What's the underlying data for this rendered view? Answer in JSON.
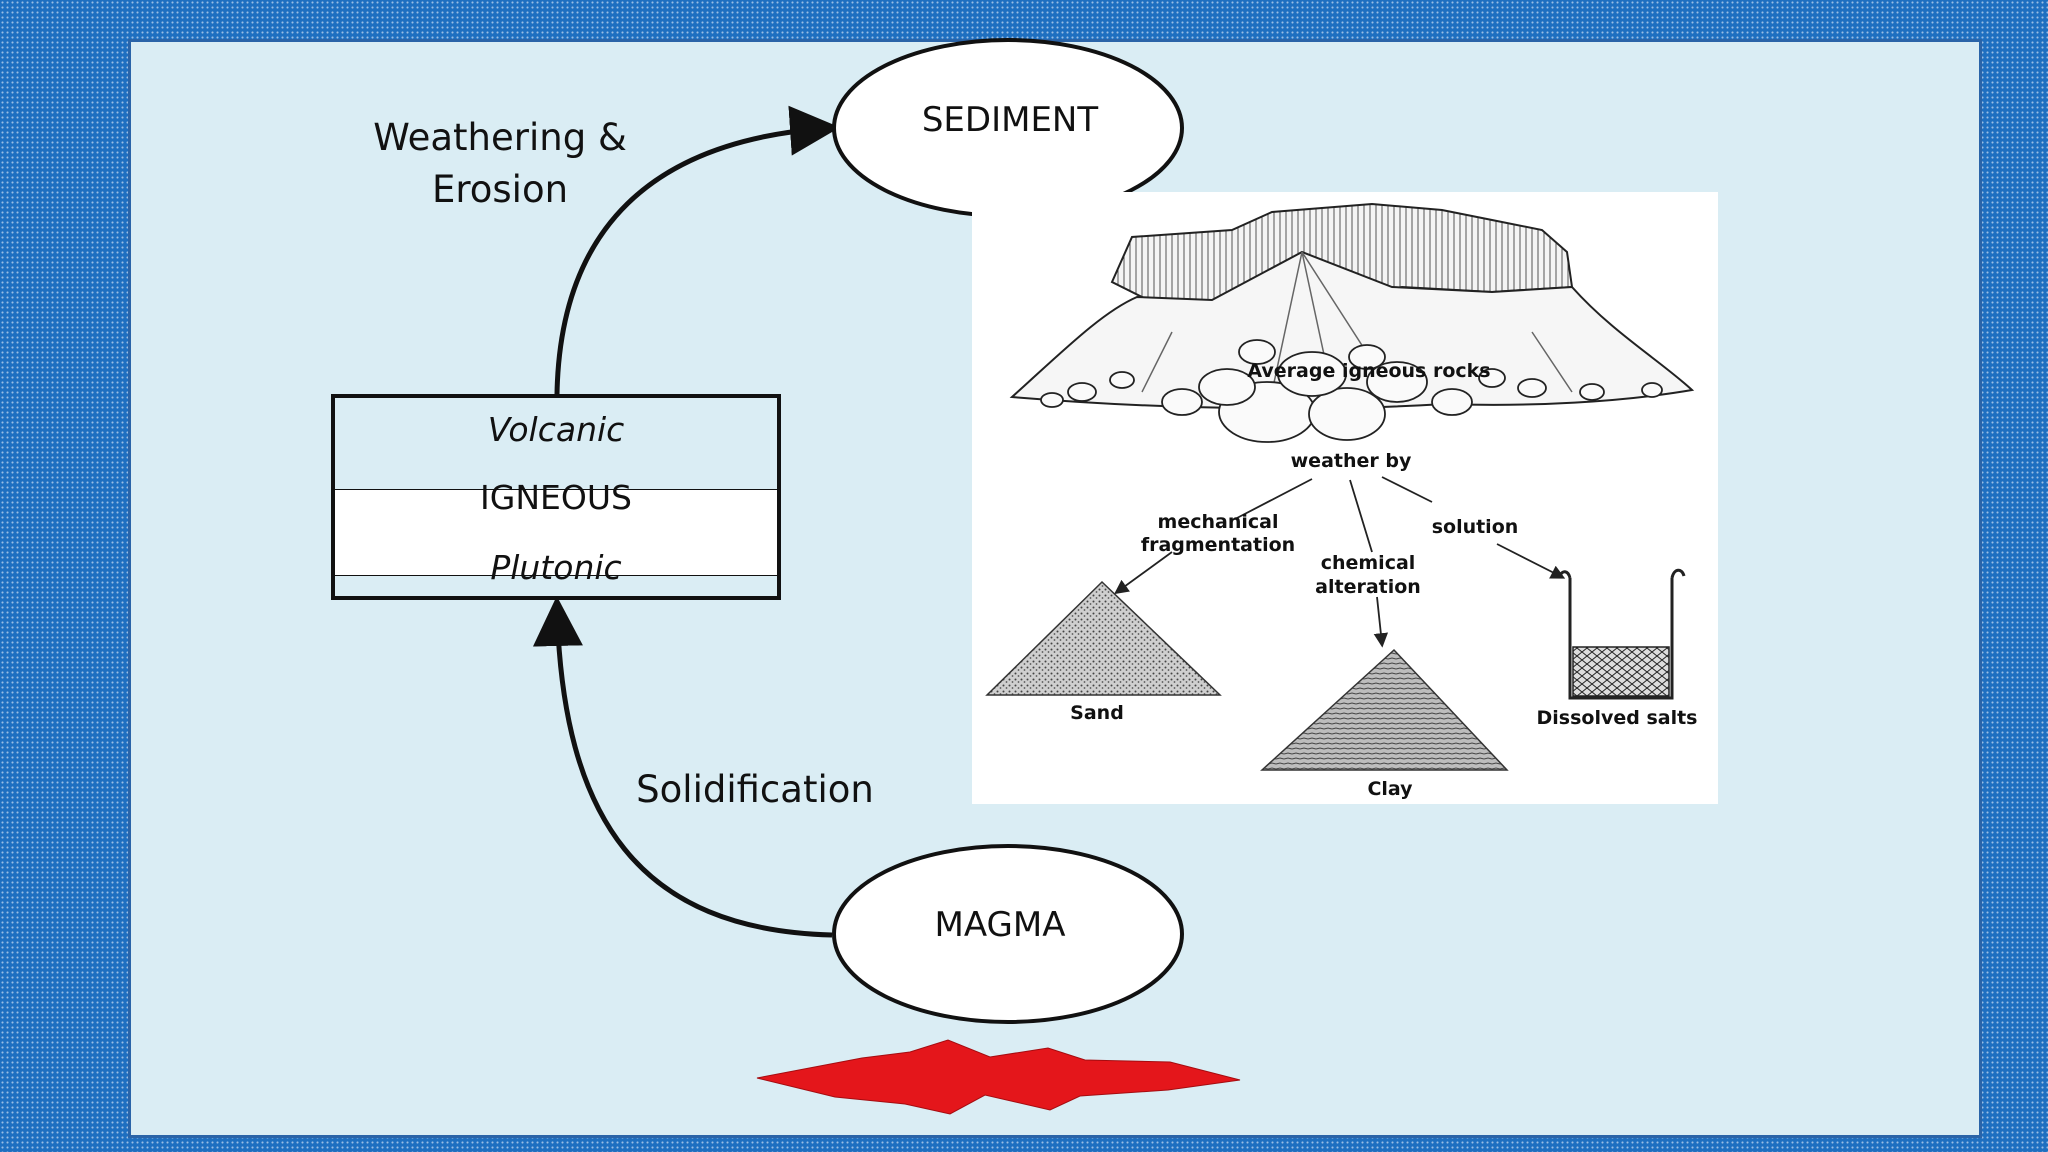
{
  "nodes": {
    "sediment": "SEDIMENT",
    "magma": "MAGMA",
    "igneous": "IGNEOUS",
    "volcanic": "Volcanic",
    "plutonic": "Plutonic"
  },
  "processes": {
    "weathering_line1": "Weathering &",
    "weathering_line2": "Erosion",
    "solidification": "Solidification"
  },
  "weathering_figure": {
    "source": "Average igneous rocks",
    "weather_by": "weather by",
    "mechanical_line1": "mechanical",
    "mechanical_line2": "fragmentation",
    "chemical_line1": "chemical",
    "chemical_line2": "alteration",
    "solution": "solution",
    "sand": "Sand",
    "clay": "Clay",
    "dissolved_salts": "Dissolved salts"
  },
  "colors": {
    "frame": "#1e6fc0",
    "slide_bg": "#daedf4",
    "heat_burst": "#e4161b"
  }
}
